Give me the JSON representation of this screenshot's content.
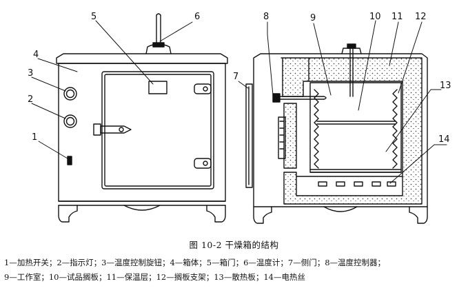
{
  "figure": {
    "labels": [
      "1",
      "2",
      "3",
      "4",
      "5",
      "6",
      "7",
      "8",
      "9",
      "10",
      "11",
      "12",
      "13",
      "14"
    ],
    "caption": "图 10-2   干燥箱的结构",
    "legend_line1": "1—加热开关；2—指示灯；3—温度控制旋钮；4—箱体；5—箱门；6—温度计；7—侧门；8—温度控制器；",
    "legend_line2": "9—工作室；10—试品搁板；11—保温层；12—搁板支架；13—散热板；14—电热丝"
  },
  "colors": {
    "ink": "#111111",
    "background": "#ffffff"
  }
}
